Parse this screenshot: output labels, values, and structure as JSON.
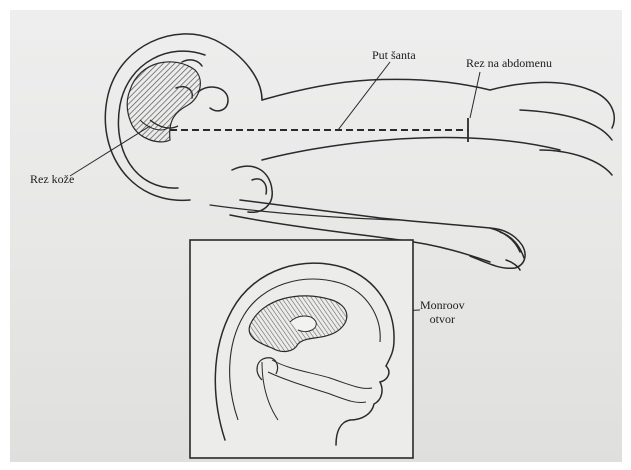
{
  "labels": {
    "shunt_path": "Put šanta",
    "abdomen_incision": "Rez na abdomenu",
    "skin_incision": "Rez kože",
    "foramen_line1": "Monroov",
    "foramen_line2": "otvor"
  },
  "colors": {
    "paper": "#e9e9e8",
    "ink": "#2a2a2a",
    "hatch": "#555555"
  }
}
